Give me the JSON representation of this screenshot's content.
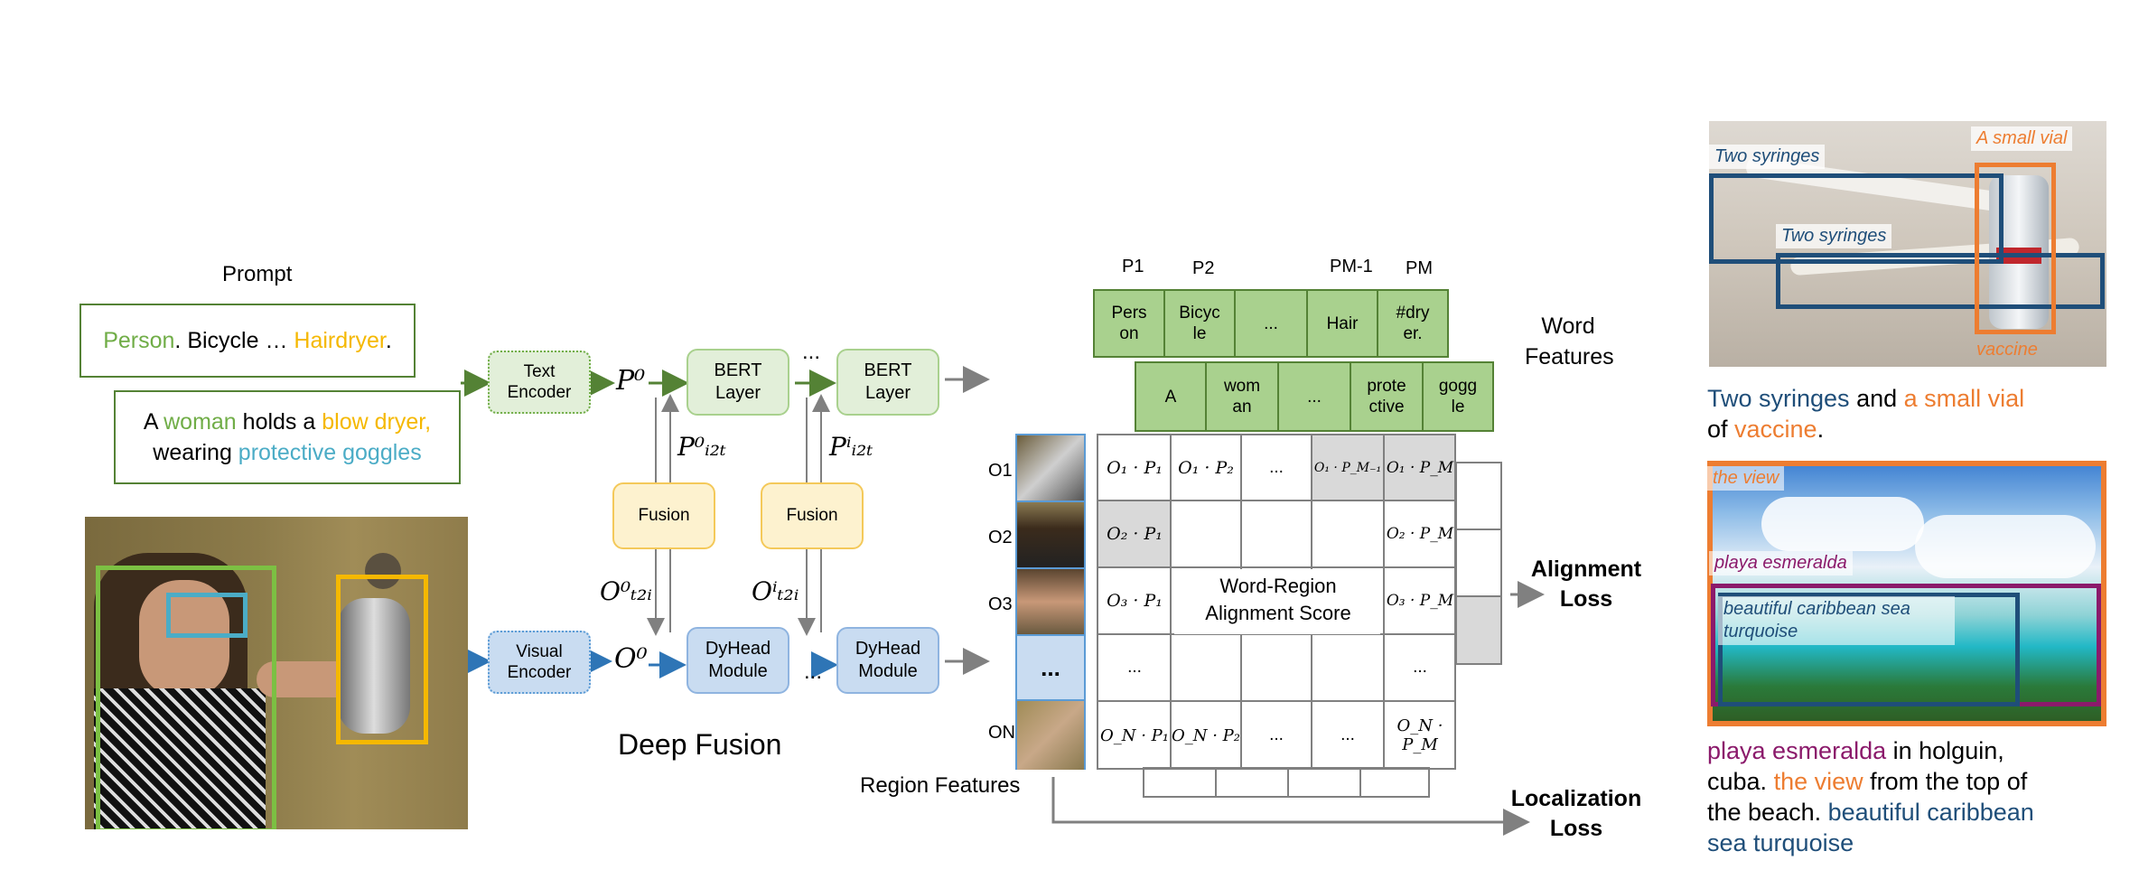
{
  "prompt": {
    "heading": "Prompt",
    "classes": {
      "w1": "Person",
      "s1": ". Bicycle … ",
      "w2": "Hairdryer",
      "s2": "."
    },
    "sentence": {
      "a": "A ",
      "w1": "woman",
      "b": " holds a ",
      "w2": "blow dryer,",
      "c": "wearing ",
      "w3": "protective goggles"
    }
  },
  "encoders": {
    "text": "Text Encoder",
    "visual": "Visual Encoder"
  },
  "symbols": {
    "P0": "P⁰",
    "O0": "O⁰",
    "Pi2t0": "P⁰ᵢ₂ₜ",
    "Pi2ti": "Pⁱᵢ₂ₜ",
    "Ot2i0": "O⁰ₜ₂ᵢ",
    "Ot2ii": "Oⁱₜ₂ᵢ",
    "dots": "..."
  },
  "modules": {
    "bert": "BERT Layer",
    "fusion": "Fusion",
    "dyhead": "DyHead Module"
  },
  "deep_fusion_label": "Deep Fusion",
  "word_features": {
    "label": "Word Features",
    "headers": [
      "P1",
      "P2",
      "PM-1",
      "PM"
    ],
    "row1": [
      "Pers on",
      "Bicyc le",
      "...",
      "Hair",
      "#dry er."
    ],
    "row2": [
      "A",
      "wom an",
      "...",
      "prote ctive",
      "gogg le"
    ]
  },
  "regions": {
    "labels": [
      "O1",
      "O2",
      "O3",
      "ON"
    ],
    "dots": "...",
    "title": "Region Features"
  },
  "matrix": {
    "row1": [
      "O₁ · P₁",
      "O₁ · P₂",
      "...",
      "O₁ · P_M₋₁",
      "O₁ · P_M"
    ],
    "row2": [
      "O₂ · P₁",
      "O₂ · P_M"
    ],
    "row3": [
      "O₃ · P₁",
      "O₃ · P_M"
    ],
    "row4": [
      "...",
      "..."
    ],
    "row5": [
      "O_N · P₁",
      "O_N · P₂",
      "...",
      "...",
      "O_N · P_M"
    ],
    "center": "Word-Region Alignment Score"
  },
  "losses": {
    "alignment": "Alignment Loss",
    "localization": "Localization Loss"
  },
  "examples": {
    "ex1": {
      "boxes": [
        "Two syringes",
        "Two syringes",
        "A small vial",
        "vaccine"
      ],
      "caption": {
        "a": "Two syringes",
        "b": " and ",
        "c": "a small vial",
        "d": "of ",
        "e": "vaccine",
        "f": "."
      }
    },
    "ex2": {
      "boxes": [
        "the view",
        "playa esmeralda",
        "beautiful caribbean sea turquoise"
      ],
      "caption": {
        "a": "playa esmeralda",
        "b": " in holguin, ",
        "c": "cuba. ",
        "d": "the view",
        "e": " from the top of",
        "f": "the beach. ",
        "g": "beautiful caribbean",
        "h": "sea turquoise"
      }
    }
  },
  "colors": {
    "green": "#70ad47",
    "gold": "#f5b800",
    "teal": "#4bacc6",
    "navy": "#1f4e79",
    "orange": "#ed7d31",
    "purple": "#8b1a6b",
    "arrow": "#808080"
  }
}
